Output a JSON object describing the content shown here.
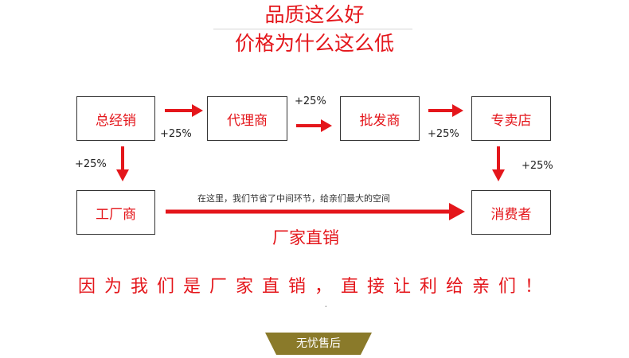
{
  "header": {
    "title": "品质这么好",
    "subtitle": "价格为什么这么低"
  },
  "nodes": {
    "general_distributor": "总经销",
    "agent": "代理商",
    "wholesaler": "批发商",
    "store": "专卖店",
    "factory": "工厂商",
    "consumer": "消费者"
  },
  "markups": {
    "general_to_agent": "+25%",
    "agent_to_wholesaler": "+25%",
    "wholesaler_to_store": "+25%",
    "factory_to_general": "+25%",
    "store_to_consumer": "+25%"
  },
  "direct_route": {
    "note": "在这里，我们节省了中间环节，给亲们最大的空间",
    "label": "厂家直销"
  },
  "slogan": "因为我们是厂家直销，直接让利给亲们！",
  "slogan_dot": "．",
  "badge": "无忧售后",
  "colors": {
    "accent_red": "#e4161b",
    "badge_gold": "#8a7a2a"
  }
}
